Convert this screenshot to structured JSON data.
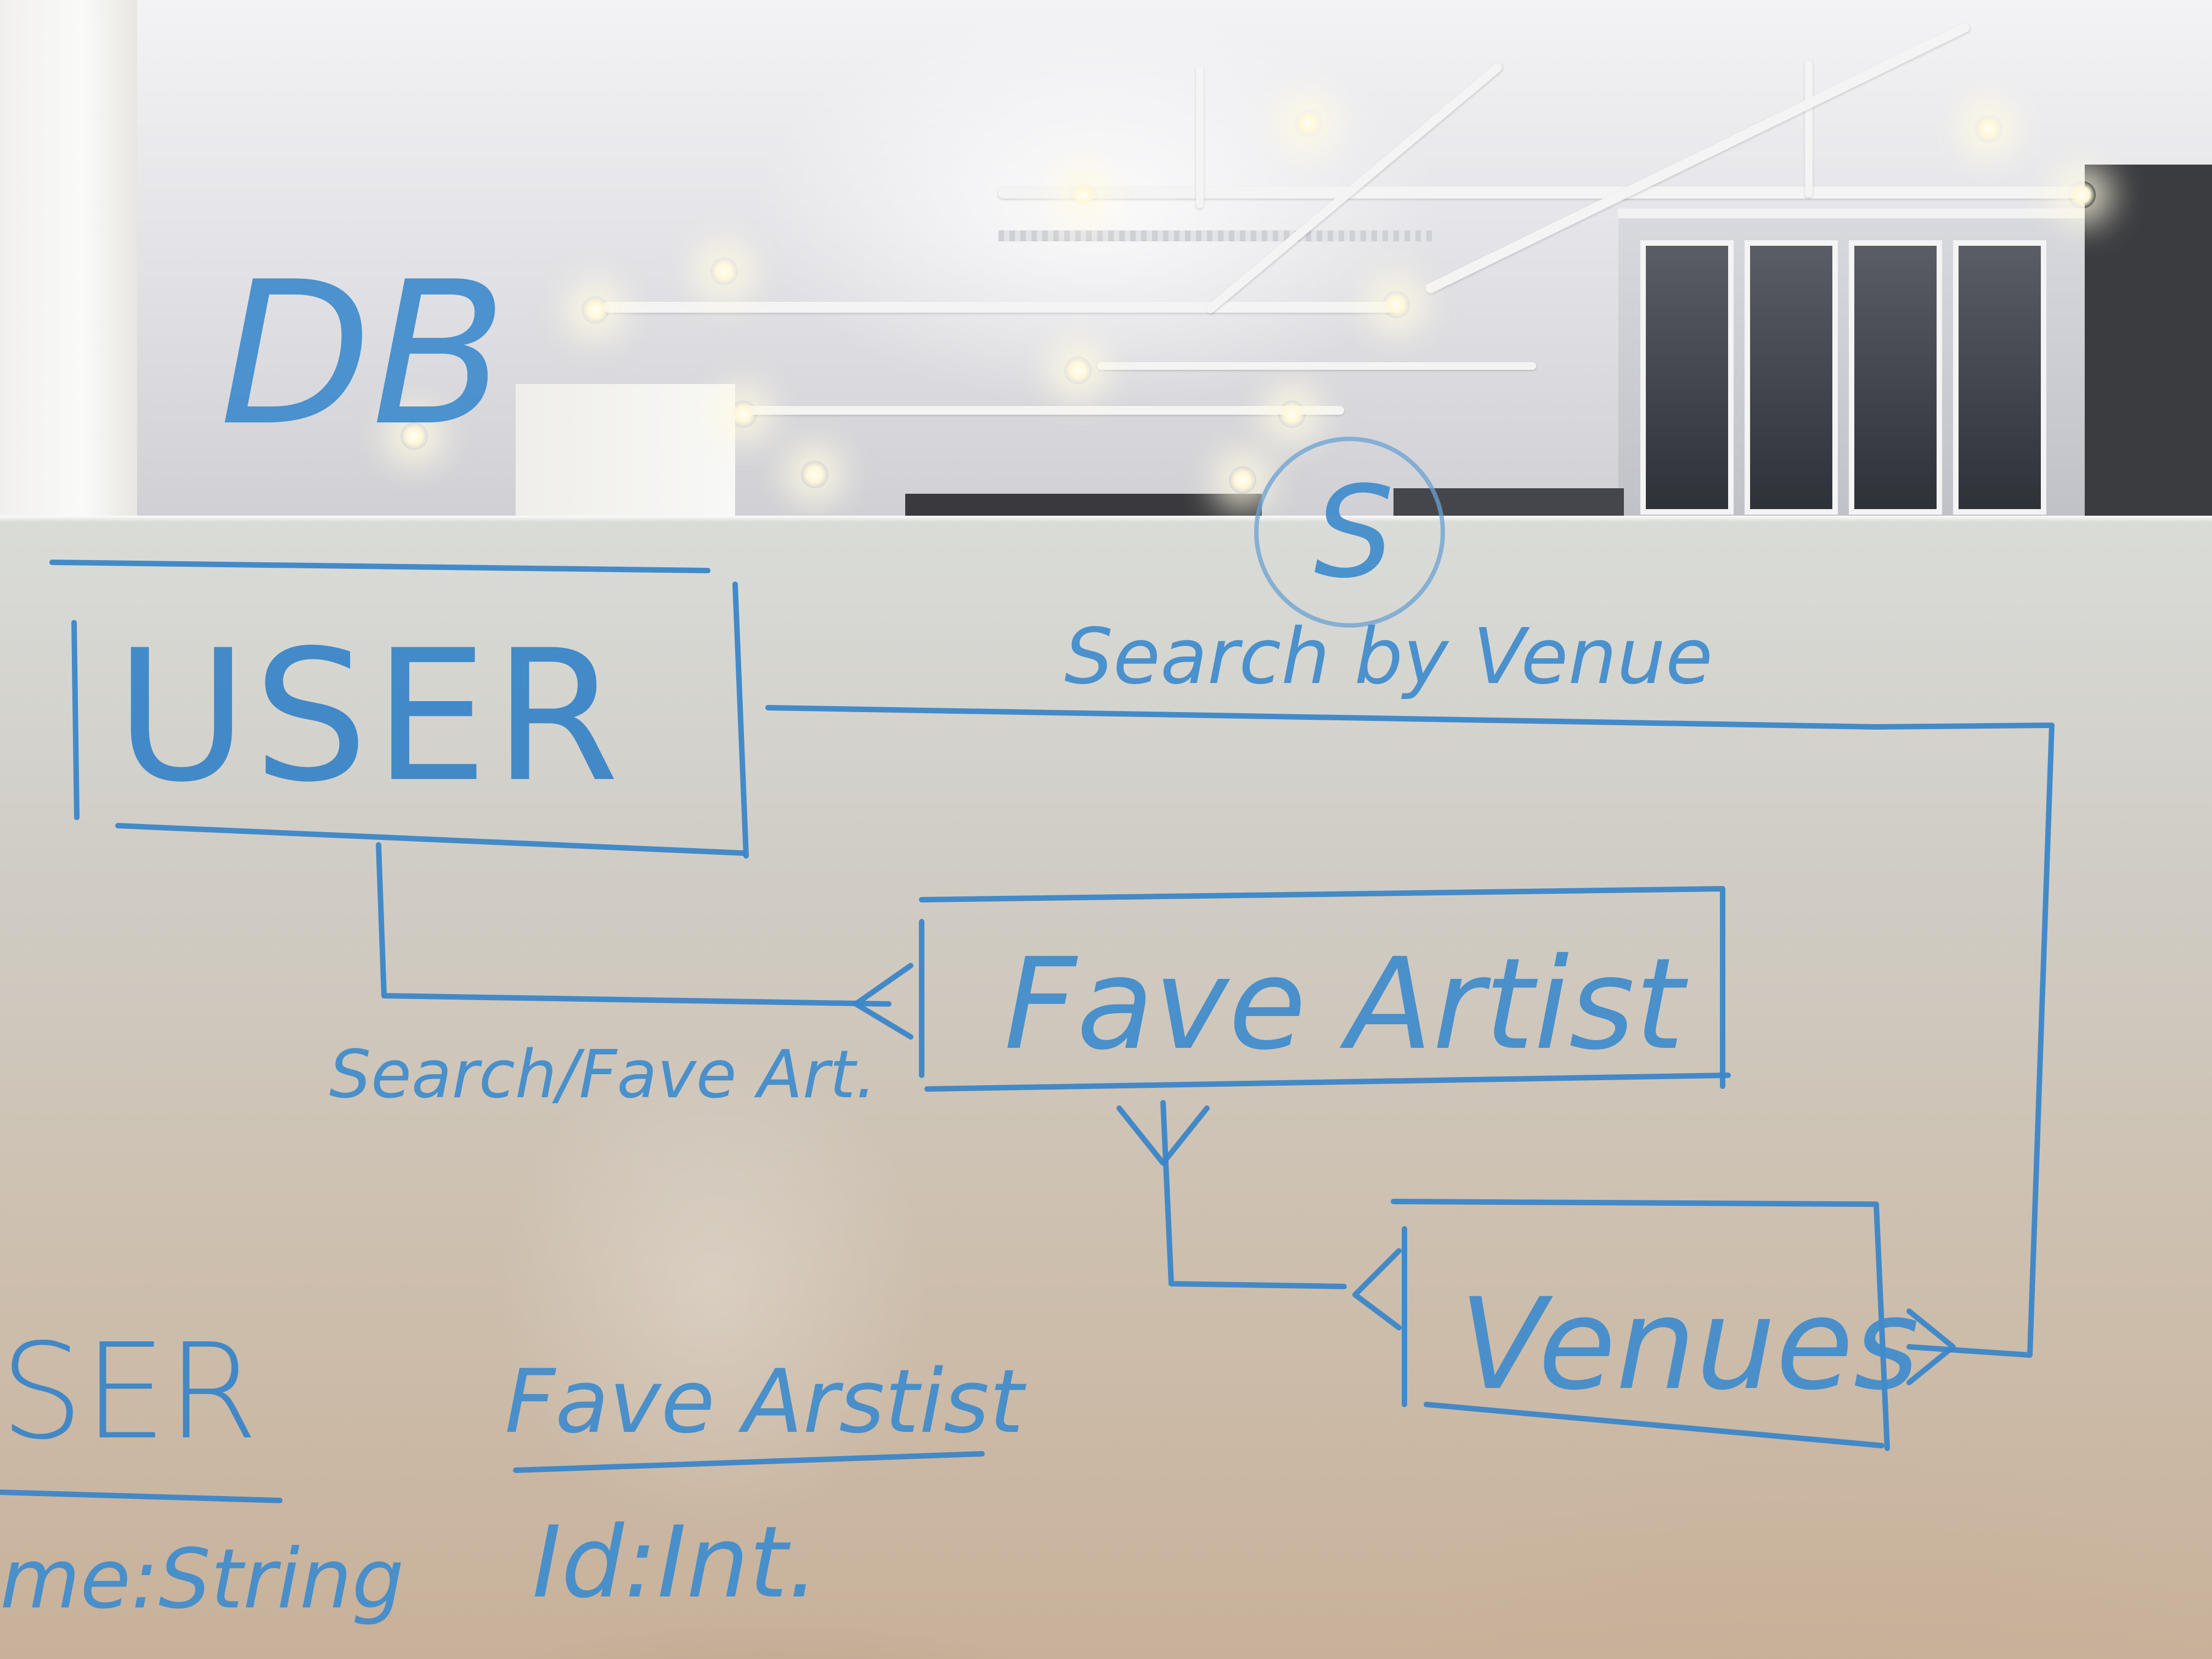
{
  "whiteboard": {
    "title": "DB",
    "circled_label": "S",
    "entities": {
      "user": "USER",
      "fave_artist": "Fave Artist",
      "venues": "Venues"
    },
    "relations": {
      "user_to_venues": "Search by Venue",
      "user_to_fave_artist": "Search/Fave Art."
    },
    "tables": {
      "user_heading": "SER",
      "user_row_1": "me:String",
      "fave_artist_heading": "Fave Arstist",
      "fave_artist_row_1": "Id:Int."
    },
    "ink_color": "#3b86c8"
  }
}
